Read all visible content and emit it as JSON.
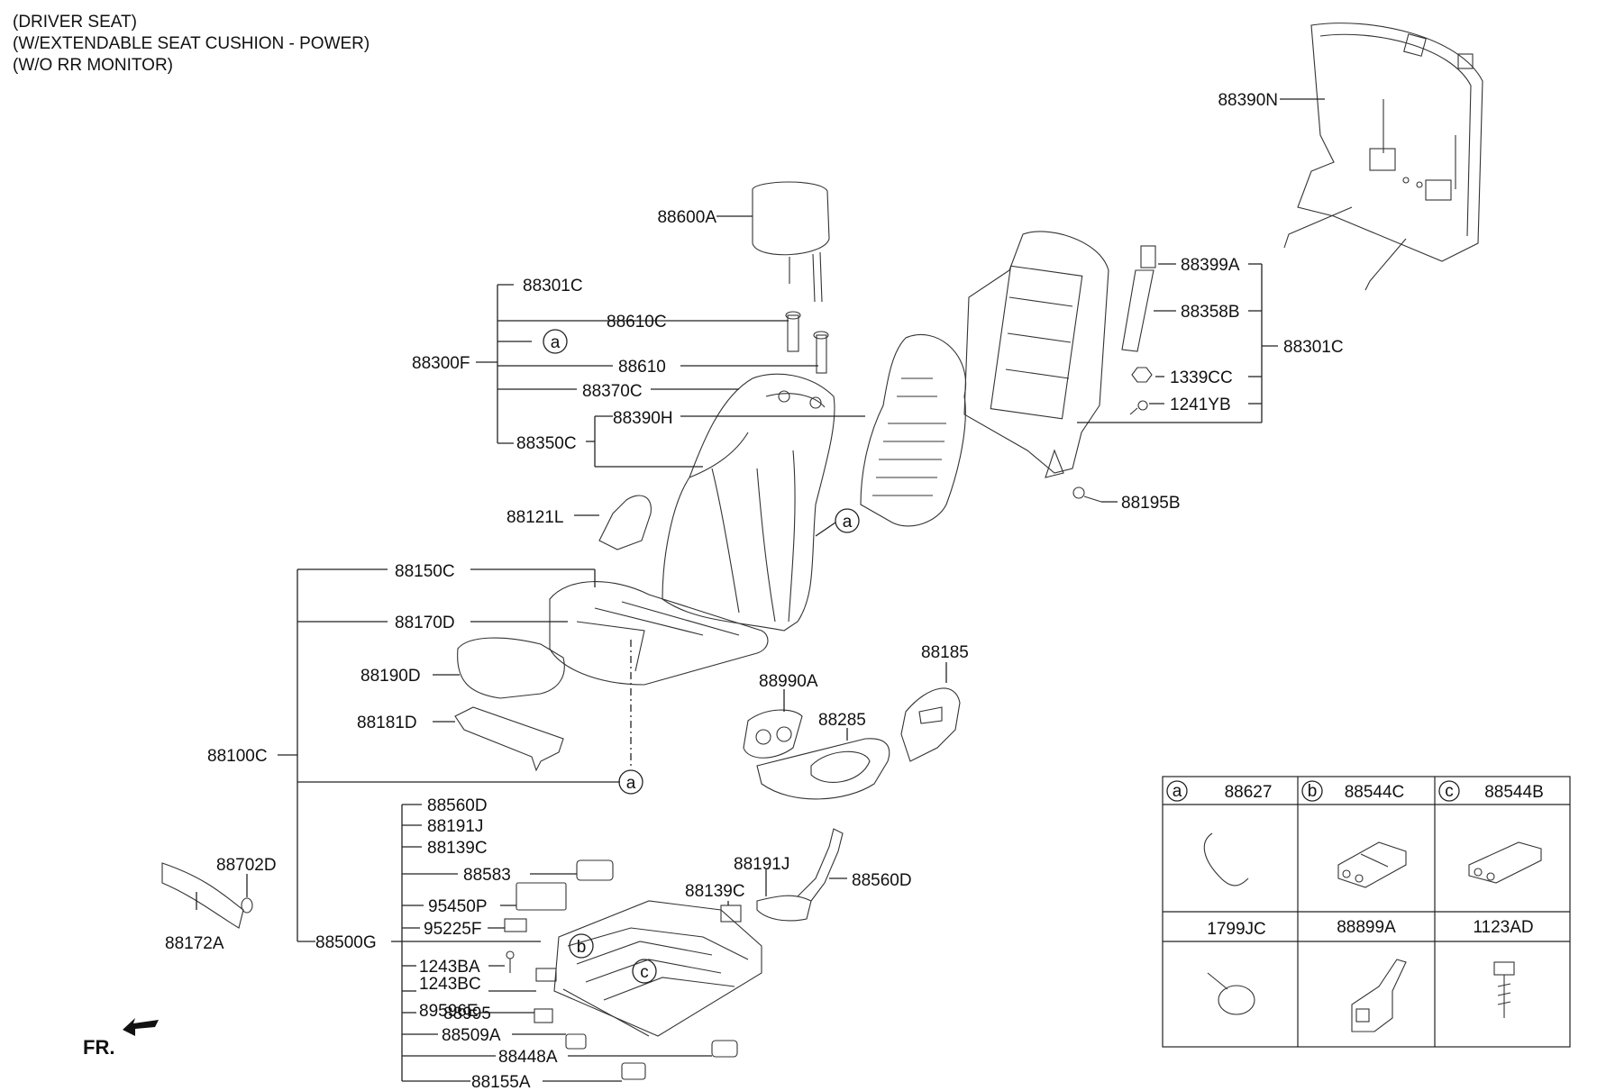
{
  "header": {
    "line1": "(DRIVER SEAT)",
    "line2": "(W/EXTENDABLE SEAT CUSHION - POWER)",
    "line3": "(W/O RR MONITOR)"
  },
  "front_label": "FR.",
  "callouts": {
    "a": "a",
    "b": "b",
    "c": "c"
  },
  "parts": {
    "p88390N": "88390N",
    "p88600A": "88600A",
    "p88301C_top": "88301C",
    "p88610C": "88610C",
    "p88300F": "88300F",
    "p88610": "88610",
    "p88370C": "88370C",
    "p88390H": "88390H",
    "p88350C": "88350C",
    "p88399A": "88399A",
    "p88358B": "88358B",
    "p88301C_right": "88301C",
    "p1339CC": "1339CC",
    "p1241YB": "1241YB",
    "p88195B": "88195B",
    "p88121L": "88121L",
    "p88150C": "88150C",
    "p88170D": "88170D",
    "p88190D": "88190D",
    "p88181D": "88181D",
    "p88100C": "88100C",
    "p88185": "88185",
    "p88990A": "88990A",
    "p88285": "88285",
    "p88702D": "88702D",
    "p88172A": "88172A",
    "p88560D_list": "88560D",
    "p88191J_list": "88191J",
    "p88139C_list": "88139C",
    "p88583": "88583",
    "p95450P": "95450P",
    "p95225F": "95225F",
    "p88500G": "88500G",
    "p1243BA": "1243BA",
    "p1243BC": "1243BC",
    "p89596E": "89596E",
    "p88995": "88995",
    "p88509A": "88509A",
    "p88448A": "88448A",
    "p88155A": "88155A",
    "p88191J_right": "88191J",
    "p88139C_right": "88139C",
    "p88560D_right": "88560D"
  },
  "legend_table": {
    "row1": [
      {
        "key": "a",
        "part": "88627"
      },
      {
        "key": "b",
        "part": "88544C"
      },
      {
        "key": "c",
        "part": "88544B"
      }
    ],
    "row2": [
      {
        "part": "1799JC"
      },
      {
        "part": "88899A"
      },
      {
        "part": "1123AD"
      }
    ]
  }
}
